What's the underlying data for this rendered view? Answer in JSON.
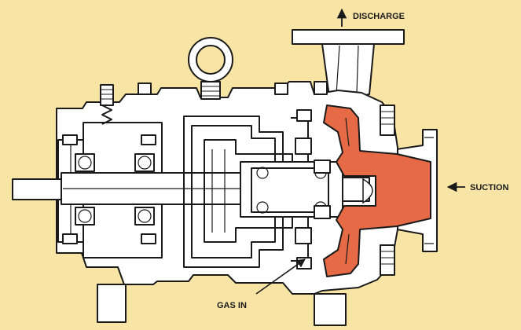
{
  "diagram": {
    "colors": {
      "background": "#f8e5a6",
      "housing": "#ffffff",
      "line": "#1a1a1a",
      "impeller": "#e66a45"
    },
    "labels": {
      "discharge": "DISCHARGE",
      "suction": "SUCTION",
      "gas_in": "GAS IN"
    },
    "icons": [
      "discharge-arrow-icon",
      "suction-arrow-icon",
      "gas-in-leader-arrow-icon",
      "lifting-eye-bolt"
    ]
  }
}
